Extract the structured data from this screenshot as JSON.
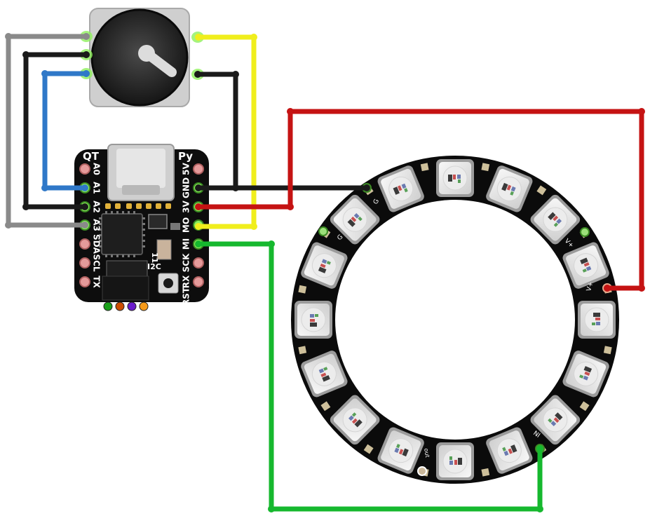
{
  "board": {
    "title_left": "QT",
    "title_right": "Py",
    "pins_left": [
      "A0",
      "A1",
      "A2",
      "A3",
      "SDA",
      "SCL",
      "TX"
    ],
    "pins_right": [
      "5V",
      "GND",
      "3V",
      "MO",
      "MI",
      "SCK",
      "RX",
      "RST"
    ],
    "i2c_label": "I2C",
    "pin11_label": "11"
  },
  "ring": {
    "pad_labels": {
      "g_top": "G",
      "g_left": "G",
      "vplus_top": "V+",
      "vplus_right": "V+",
      "data_in": "NI",
      "data_out": "out"
    }
  },
  "colors": {
    "wire_gray": "#8a8a8a",
    "wire_black": "#1a1a1a",
    "wire_blue": "#2f78c8",
    "wire_yellow": "#f0ee1c",
    "wire_red": "#c51313",
    "wire_green": "#16b82e",
    "board_pcb": "#0d0d0d",
    "pad_copper": "#e59a9a",
    "connection_glow": "#7fe85a"
  },
  "connector_dots": [
    "#1aa01a",
    "#cc4d00",
    "#6a1ccc",
    "#f59a1a"
  ]
}
